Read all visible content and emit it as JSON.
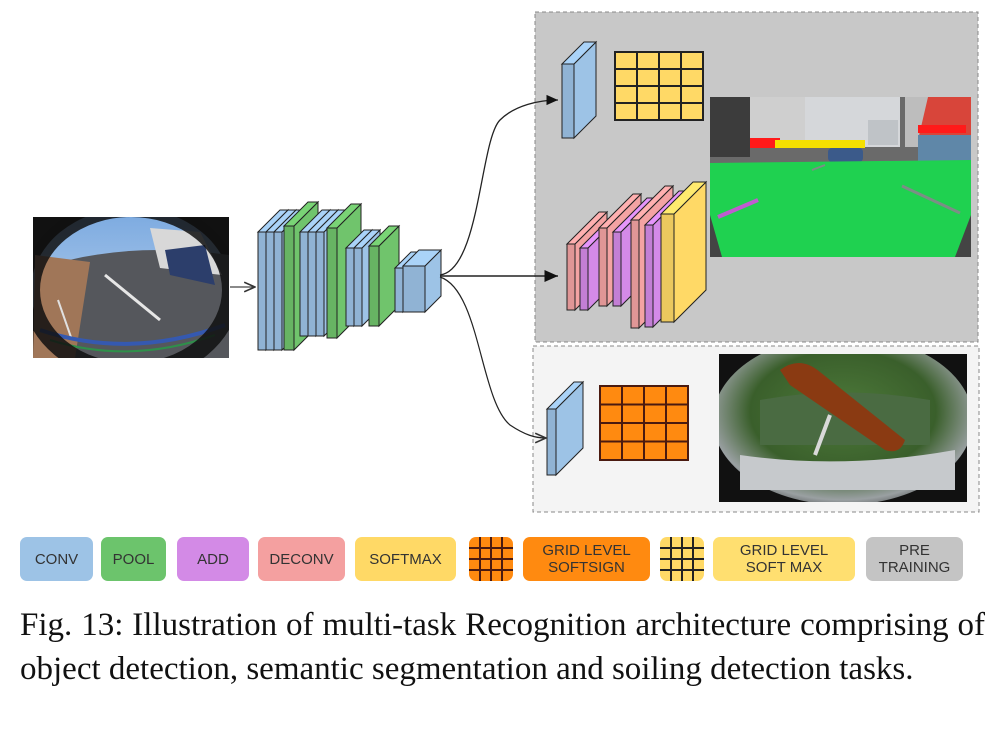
{
  "figure": {
    "input_image": {
      "label": "fisheye-camera-input-image"
    },
    "encoder": {
      "label": "shared-encoder",
      "blocks": [
        "conv",
        "conv",
        "conv",
        "pool",
        "conv",
        "conv",
        "conv",
        "pool",
        "conv",
        "conv",
        "pool",
        "conv",
        "conv"
      ]
    },
    "branches": {
      "detection": {
        "blocks": [
          "conv"
        ],
        "head": "grid-level-softmax",
        "grid": {
          "rows": 4,
          "cols": 4
        },
        "output": "object-detection-output-image",
        "panel": "pre-training"
      },
      "segmentation": {
        "blocks": [
          "deconv",
          "add",
          "deconv",
          "add",
          "deconv",
          "add",
          "softmax"
        ],
        "output": "semantic-segmentation-output-image",
        "panel": "pre-training"
      },
      "soiling": {
        "blocks": [
          "conv"
        ],
        "head": "grid-level-softsign",
        "grid": {
          "rows": 4,
          "cols": 4
        },
        "output": "soiling-detection-output-image"
      }
    },
    "colors": {
      "conv": "#9dc3e6",
      "pool": "#70c46c",
      "add": "#d48ae8",
      "deconv": "#f4a3a3",
      "softmax": "#ffd966",
      "grid_softsign": "#ff8a10",
      "pretraining": "#c0c0c0"
    }
  },
  "legend": [
    {
      "key": "conv",
      "label": "CONV",
      "color": "#9dc3e6"
    },
    {
      "key": "pool",
      "label": "POOL",
      "color": "#6cc46c"
    },
    {
      "key": "add",
      "label": "ADD",
      "color": "#d38ae6"
    },
    {
      "key": "deconv",
      "label": "DECONV",
      "color": "#f4a0a0"
    },
    {
      "key": "softmax",
      "label": "SOFTMAX",
      "color": "#ffd966"
    },
    {
      "key": "grid_softsign_icon",
      "label": "",
      "color": "#ff8a10"
    },
    {
      "key": "grid_softsign",
      "label": "GRID LEVEL\nSOFTSIGN",
      "color": "#ff8a10"
    },
    {
      "key": "grid_softmax_icon",
      "label": "",
      "color": "#ffd966"
    },
    {
      "key": "grid_softmax",
      "label": "GRID LEVEL\nSOFT MAX",
      "color": "#ffdf70"
    },
    {
      "key": "pretraining",
      "label": "PRE\nTRAINING",
      "color": "#c4c4c4"
    }
  ],
  "caption": "Fig. 13: Illustration of multi-task Recognition architecture comprising of object detection, semantic segmentation and soiling detection tasks."
}
